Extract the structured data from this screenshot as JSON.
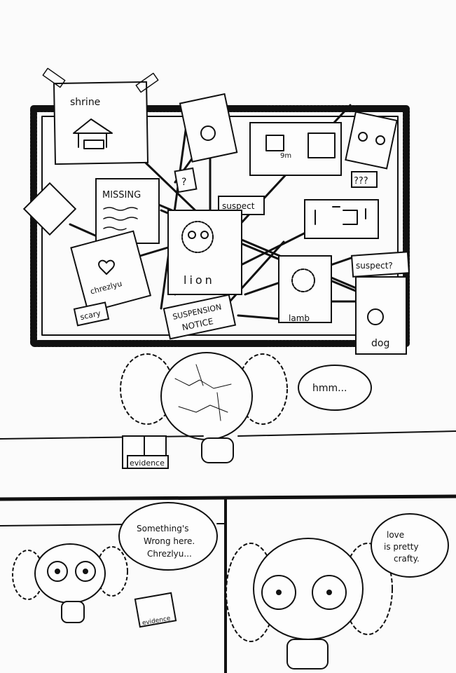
{
  "colors": {
    "paper": "#fbfbfb",
    "ink": "#111111"
  },
  "panel_top": {
    "board_notes": {
      "shrine": "shrine",
      "missing": "MISSING",
      "question": "?",
      "suspect": "suspect",
      "unknown": "???",
      "distance": "9m",
      "lion": "lion",
      "lamb": "lamb",
      "dog": "dog",
      "suspect_q": "suspect?",
      "chrezlyu": "chrezlyu",
      "scary": "scary",
      "suspension_line1": "SUSPENSION",
      "suspension_line2": "NOTICE"
    },
    "speech": "hmm...",
    "evidence_box": "evidence"
  },
  "panel_bottom_left": {
    "speech_lines": [
      "Something's",
      "Wrong here.",
      "Chrezlyu..."
    ],
    "evidence_box": "evidence"
  },
  "panel_bottom_right": {
    "speech_lines": [
      "love",
      "is pretty",
      "crafty."
    ]
  }
}
